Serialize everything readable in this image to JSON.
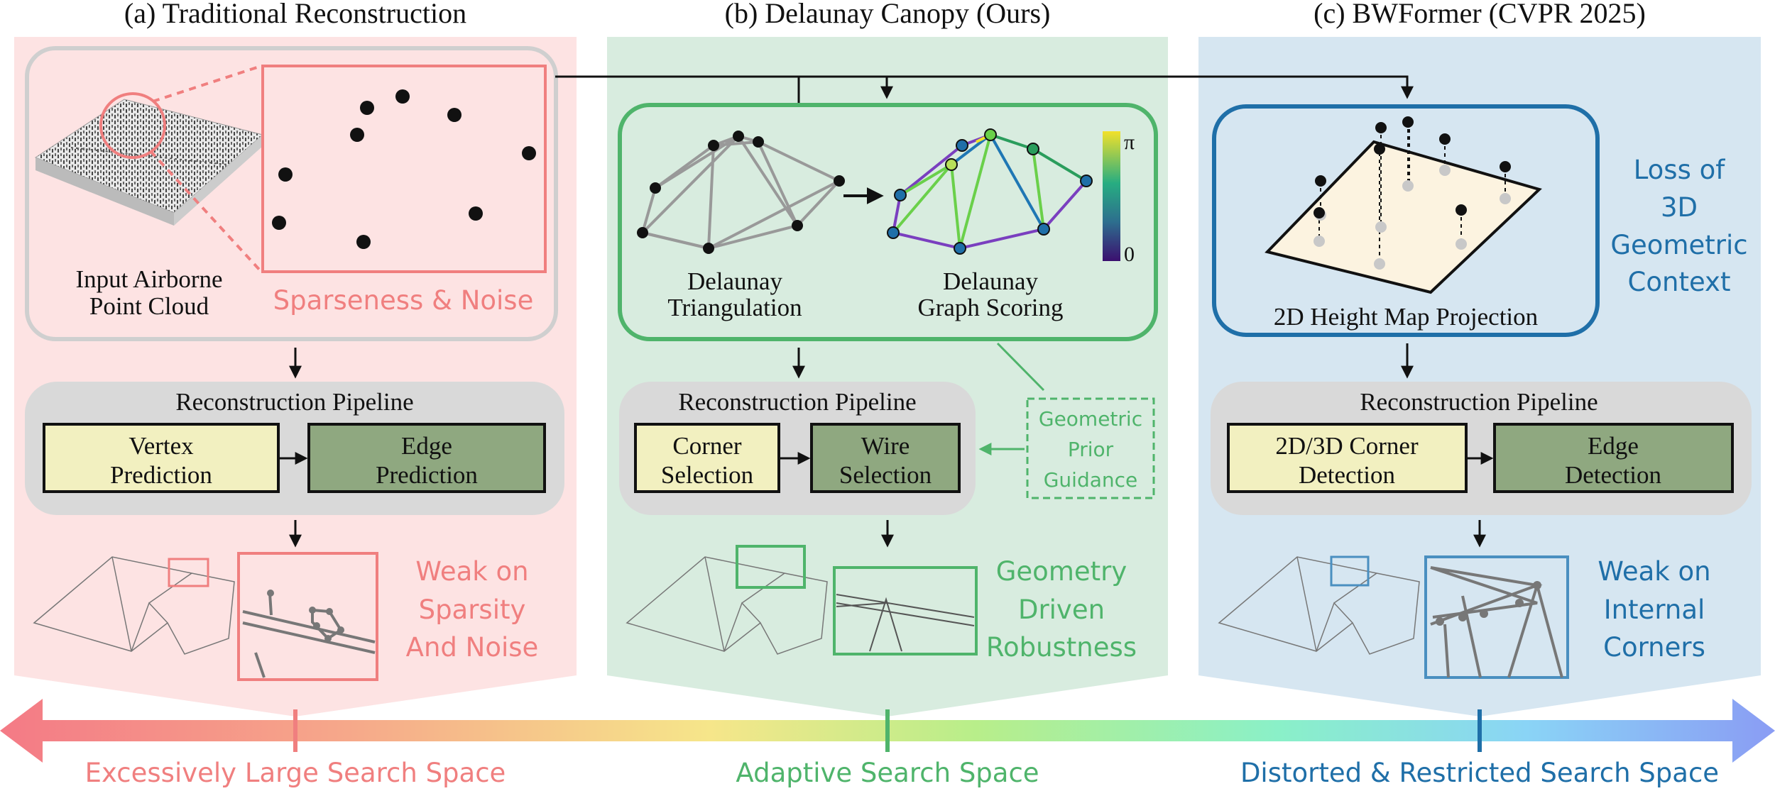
{
  "panels": {
    "a": {
      "title": "(a) Traditional Reconstruction",
      "input_label_1": "Input Airborne",
      "input_label_2": "Point Cloud",
      "issue": "Sparseness & Noise",
      "pipeline_title": "Reconstruction Pipeline",
      "step1_1": "Vertex",
      "step1_2": "Prediction",
      "step2_1": "Edge",
      "step2_2": "Prediction",
      "result_1": "Weak on",
      "result_2": "Sparsity",
      "result_3": "And Noise"
    },
    "b": {
      "title": "(b) Delaunay Canopy (Ours)",
      "tri_label_1": "Delaunay",
      "tri_label_2": "Triangulation",
      "score_label_1": "Delaunay",
      "score_label_2": "Graph Scoring",
      "colorbar_max": "π",
      "colorbar_min": "0",
      "pipeline_title": "Reconstruction Pipeline",
      "step1_1": "Corner",
      "step1_2": "Selection",
      "step2_1": "Wire",
      "step2_2": "Selection",
      "guidance_1": "Geometric",
      "guidance_2": "Prior",
      "guidance_3": "Guidance",
      "result_1": "Geometry",
      "result_2": "Driven",
      "result_3": "Robustness"
    },
    "c": {
      "title": "(c) BWFormer (CVPR 2025)",
      "proj_label": "2D Height Map Projection",
      "issue_1": "Loss of",
      "issue_2": "3D",
      "issue_3": "Geometric",
      "issue_4": "Context",
      "pipeline_title": "Reconstruction Pipeline",
      "step1_1": "2D/3D Corner",
      "step1_2": "Detection",
      "step2_1": "Edge",
      "step2_2": "Detection",
      "result_1": "Weak on",
      "result_2": "Internal",
      "result_3": "Corners"
    }
  },
  "axis": {
    "left_label": "Excessively Large Search Space",
    "mid_label": "Adaptive Search Space",
    "right_label": "Distorted & Restricted Search Space"
  },
  "colors": {
    "red": "#f07f7f",
    "green": "#4fb46b",
    "blue": "#1f6fa8",
    "panel_a_bg": "#fde3e3",
    "panel_b_bg": "#d8ecdf",
    "panel_c_bg": "#d6e6f1",
    "pipeline_bg": "#d9d9d9",
    "box_yellow": "#f2f0c0",
    "box_green": "#8fa880"
  }
}
